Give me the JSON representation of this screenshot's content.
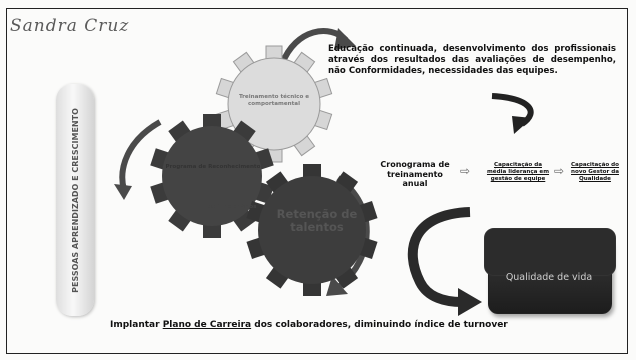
{
  "logo_text": "Sandra Cruz",
  "pillar_label": "PESSOAS APRENDIZADO E CRESCIMENTO",
  "description": "Educação continuada, desenvolvimento dos profissionais através dos resultados das avaliações de desempenho, não Conformidades, necessidades das equipes.",
  "gears": {
    "top": "Treinamento técnico e comportamental",
    "left": "Programa de Reconhecimento",
    "left_sub": "de funcionários",
    "bottom": "Retenção de talentos"
  },
  "flow": {
    "step1": "Cronograma de treinamento anual",
    "step2": "Capacitação da média liderança em gestão de equipe",
    "step3": "Capacitação do novo Gestor da Qualidade",
    "arrow": "⇨"
  },
  "quality_box": "Qualidade de vida",
  "footer": {
    "prefix": "Implantar",
    "link": "Plano de Carreira",
    "suffix": "dos colaboradores, diminuindo índice de turnover"
  },
  "colors": {
    "gear_light": "#d8d8d8",
    "gear_dark": "#3b3b3b",
    "arrow": "#4a4a4a"
  }
}
